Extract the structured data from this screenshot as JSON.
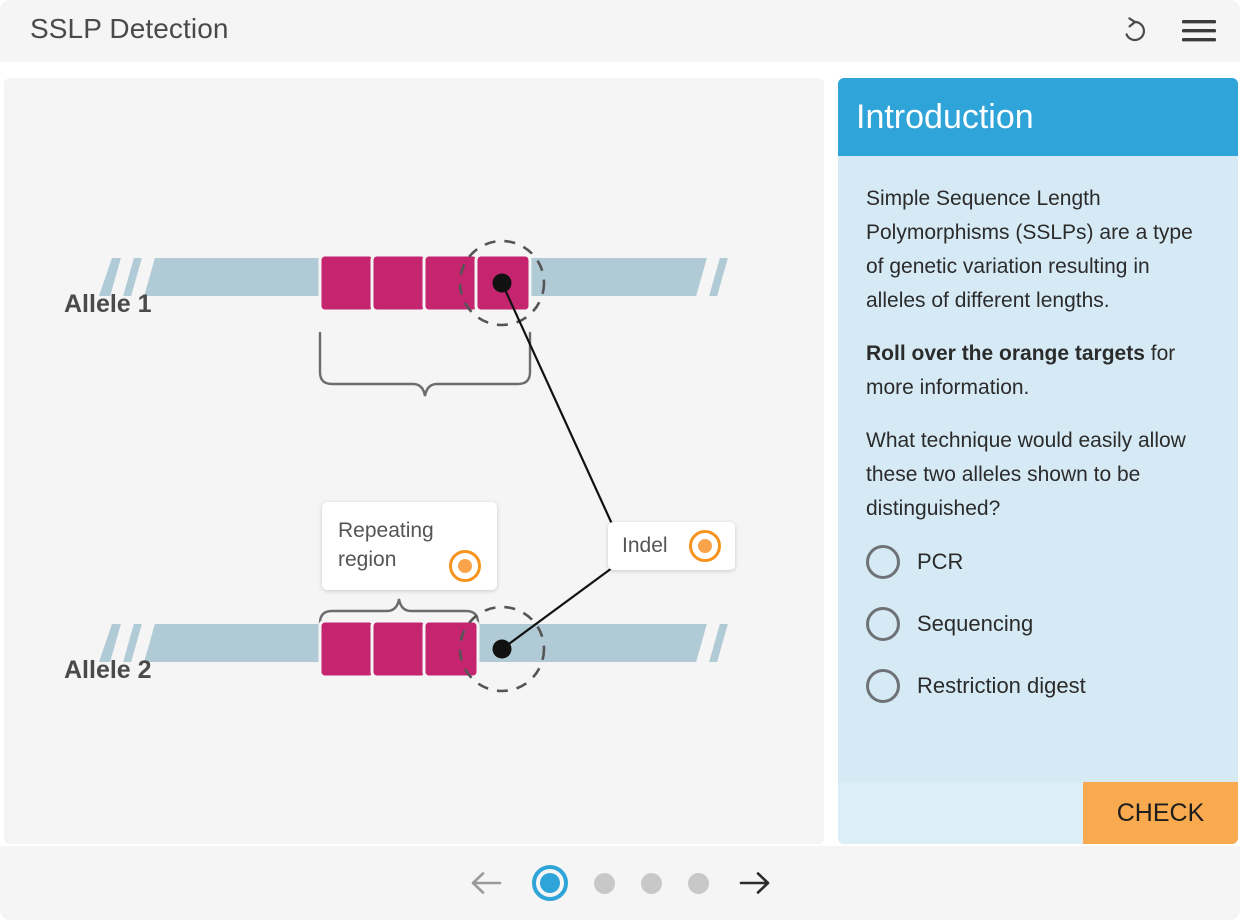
{
  "header": {
    "title": "SSLP Detection",
    "reset_icon": "reset-rotate-ccw-icon",
    "menu_icon": "hamburger-menu-icon"
  },
  "diagram": {
    "allele1": {
      "label": "Allele 1",
      "repeat_blocks": 4,
      "highlight": "dashed-circle-on-last-repeat",
      "break_marks": "double-slash"
    },
    "allele2": {
      "label": "Allele 2",
      "repeat_blocks": 3,
      "highlight": "dashed-circle-after-last-repeat",
      "break_marks": "double-slash"
    },
    "callouts": [
      {
        "id": "repeating-region",
        "text_line1": "Repeating",
        "text_line2": "region",
        "icon": "orange-target-icon"
      },
      {
        "id": "indel",
        "text": "Indel",
        "icon": "orange-target-icon"
      }
    ],
    "colors": {
      "strand": "#b0cad6",
      "repeat_block": "#c5246f",
      "repeat_block_border": "#f4f5f4",
      "highlight_circle": "#555555",
      "leader_line": "#111111",
      "brace": "#6d6d6d",
      "canvas_bg": "#f4f5f4"
    }
  },
  "panel": {
    "title": "Introduction",
    "paragraphs": [
      "Simple Sequence Length Polymorphisms (SSLPs) are a type of genetic variation resulting in alleles of different lengths.",
      "Roll over the orange targets for more information.",
      "What technique would easily allow these two alleles shown to be distinguished?"
    ],
    "bold_segment": "Roll over the orange targets",
    "bold_rest": " for more information.",
    "question": "What technique would easily allow these two alleles shown to be distinguished?",
    "options": [
      {
        "label": "PCR",
        "selected": false
      },
      {
        "label": "Sequencing",
        "selected": false
      },
      {
        "label": "Restriction digest",
        "selected": false
      }
    ],
    "check_label": "CHECK",
    "colors": {
      "header_bg": "#2fa4d8",
      "body_bg": "#d6eaf5",
      "footer_bg": "#dceef8",
      "check_bg": "#f9a94e"
    }
  },
  "footer": {
    "prev_icon": "arrow-left-icon",
    "next_icon": "arrow-right-icon",
    "prev_enabled": false,
    "next_enabled": true,
    "total_pages": 4,
    "current_page": 1,
    "active_color": "#2fa4d8",
    "inactive_color": "#c8c8c8"
  }
}
